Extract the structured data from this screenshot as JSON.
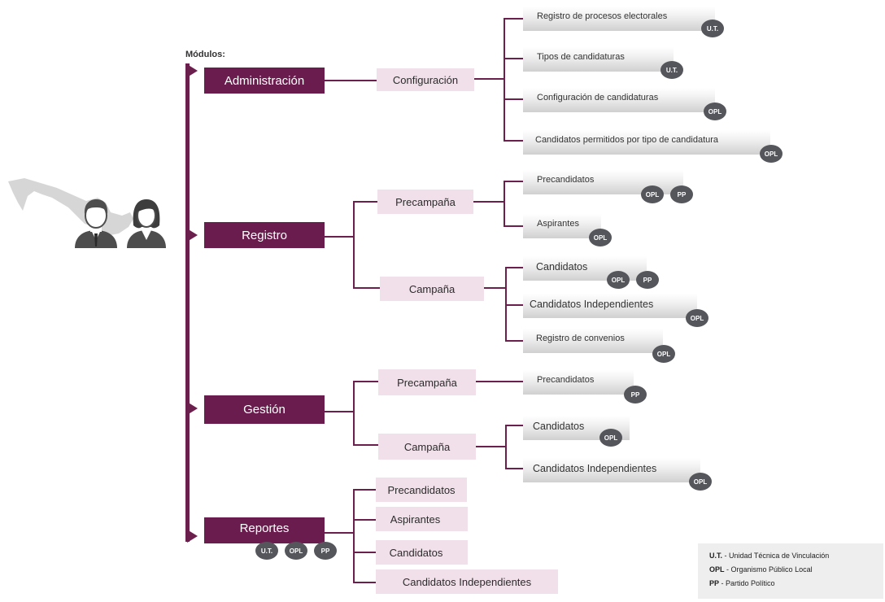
{
  "modules_label": "Módulos:",
  "modules": {
    "administracion": "Administración",
    "registro": "Registro",
    "gestion": "Gestión",
    "reportes": "Reportes"
  },
  "submodules": {
    "configuracion": "Configuración",
    "registro_precampana": "Precampaña",
    "registro_campana": "Campaña",
    "gestion_precampana": "Precampaña",
    "gestion_campana": "Campaña",
    "reportes_precandidatos": "Precandidatos",
    "reportes_aspirantes": "Aspirantes",
    "reportes_candidatos": "Candidatos",
    "reportes_independientes": "Candidatos Independientes"
  },
  "items": {
    "registro_procesos": "Registro de procesos electorales",
    "tipos_candidaturas": "Tipos de candidaturas",
    "configuracion_candidaturas": "Configuración de candidaturas",
    "candidatos_permitidos": "Candidatos permitidos por tipo de candidatura",
    "reg_precandidatos": "Precandidatos",
    "reg_aspirantes": "Aspirantes",
    "reg_candidatos": "Candidatos",
    "reg_independientes": "Candidatos Independientes",
    "reg_convenios": "Registro de convenios",
    "ges_precandidatos": "Precandidatos",
    "ges_candidatos": "Candidatos",
    "ges_independientes": "Candidatos Independientes"
  },
  "badges": {
    "ut": "U.T.",
    "opl": "OPL",
    "pp": "PP"
  },
  "legend": {
    "ut_abbr": "U.T.",
    "ut_desc": "- Unidad Técnica de Vinculación",
    "opl_abbr": "OPL",
    "opl_desc": "- Organismo Público Local",
    "pp_abbr": "PP",
    "pp_desc": "- Partido Político"
  },
  "colors": {
    "module_bg": "#6b1c4e",
    "connector": "#6b1f4d",
    "submodule_bg": "#f1dfe9",
    "badge_bg": "#55565b",
    "illustration": "#d6d6d6",
    "person": "#4d4d4d"
  },
  "icons": [
    "mexico-map-icon",
    "man-user-icon",
    "woman-user-icon"
  ]
}
